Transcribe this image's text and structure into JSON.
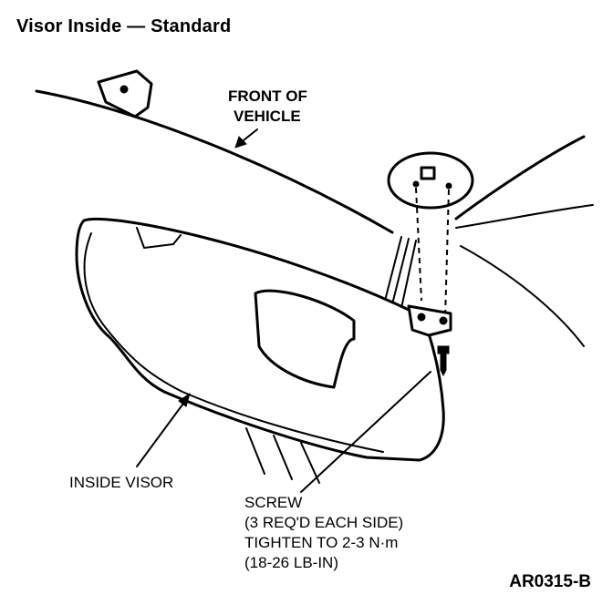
{
  "title": "Visor Inside — Standard",
  "labels": {
    "front_of_vehicle": [
      "FRONT OF",
      "VEHICLE"
    ],
    "inside_visor": "INSIDE VISOR",
    "screw": [
      "SCREW",
      "(3 REQ'D EACH SIDE)",
      "TIGHTEN TO 2-3 N·m",
      "(18-26 LB-IN)"
    ]
  },
  "figure_id": "AR0315-B"
}
